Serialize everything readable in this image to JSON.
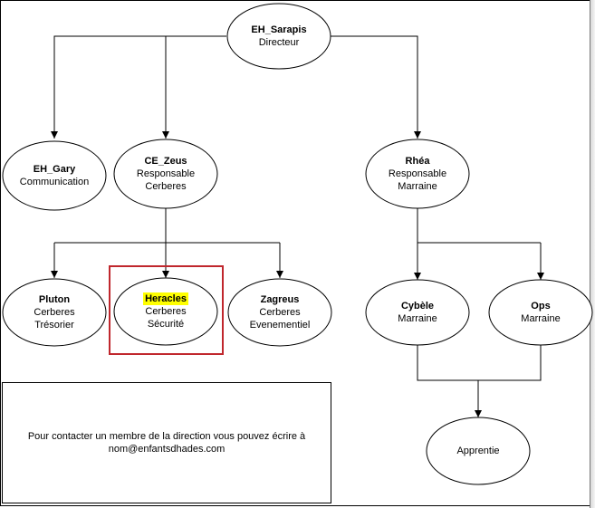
{
  "nodes": {
    "sarapis": {
      "name": "EH_Sarapis",
      "lines": [
        "Directeur"
      ]
    },
    "gary": {
      "name": "EH_Gary",
      "lines": [
        "Communication"
      ]
    },
    "zeus": {
      "name": "CE_Zeus",
      "lines": [
        "Responsable",
        "Cerberes"
      ]
    },
    "rhea": {
      "name": "Rhéa",
      "lines": [
        "Responsable",
        "Marraine"
      ]
    },
    "pluton": {
      "name": "Pluton",
      "lines": [
        "Cerberes",
        "Trésorier"
      ]
    },
    "heracles": {
      "name": "Heracles",
      "lines": [
        "Cerberes",
        "Sécurité"
      ]
    },
    "zagreus": {
      "name": "Zagreus",
      "lines": [
        "Cerberes",
        "Evenementiel"
      ]
    },
    "cybele": {
      "name": "Cybèle",
      "lines": [
        "Marraine"
      ]
    },
    "ops": {
      "name": "Ops",
      "lines": [
        "Marraine"
      ]
    },
    "apprentie": {
      "name": "",
      "lines": [
        "Apprentie"
      ]
    }
  },
  "contact": {
    "line1": "Pour contacter un membre de la direction vous pouvez écrire à",
    "line2": "nom@enfantsdhades.com"
  },
  "colors": {
    "highlight_fill": "#ffff00",
    "highlight_border": "#c0272d",
    "stroke": "#000000"
  }
}
